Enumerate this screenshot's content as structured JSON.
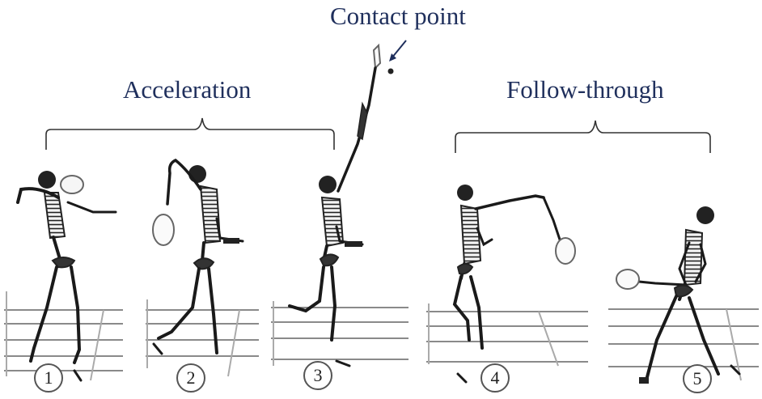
{
  "labels": {
    "contact_point": "Contact point",
    "acceleration": "Acceleration",
    "follow_through": "Follow-through"
  },
  "phases": [
    {
      "number": "1"
    },
    {
      "number": "2"
    },
    {
      "number": "3"
    },
    {
      "number": "4"
    },
    {
      "number": "5"
    }
  ],
  "colors": {
    "label_text": "#1f2f5c",
    "skeleton": "#1a1a1a",
    "court_lines": "#8a8a8a",
    "circle_border": "#555555"
  }
}
